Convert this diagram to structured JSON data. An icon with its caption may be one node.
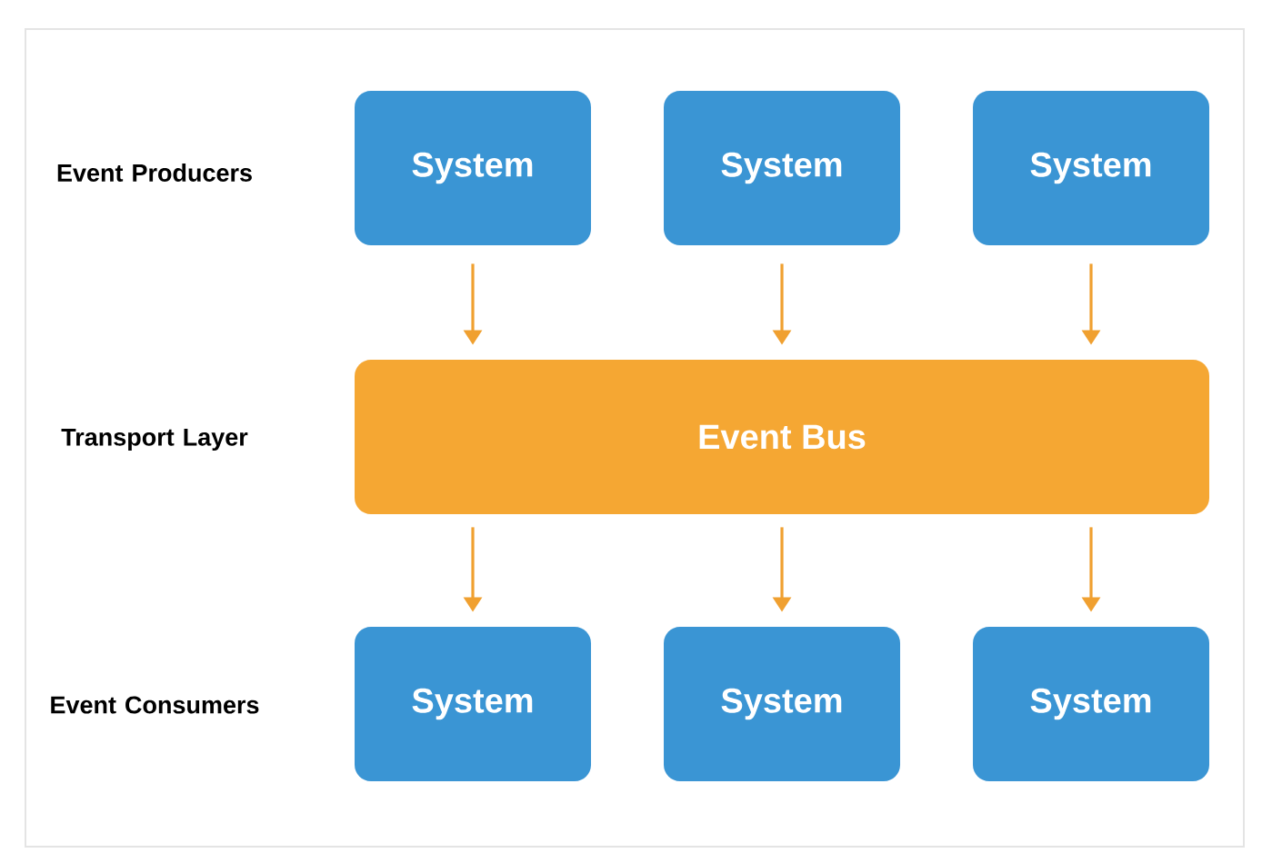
{
  "diagram": {
    "nodes": [
      {
        "text": [
          "System"
        ]
      },
      {
        "text": [
          "System"
        ]
      },
      {
        "text": [
          "System"
        ]
      },
      {
        "text": [
          "Event Bus"
        ]
      },
      {
        "text": [
          "System"
        ]
      },
      {
        "text": [
          "System"
        ]
      },
      {
        "text": [
          "System"
        ]
      }
    ],
    "edges": [
      {
        "from": 0,
        "to": 3,
        "arrow": "to"
      },
      {
        "from": 1,
        "to": 3,
        "arrow": "to"
      },
      {
        "from": 2,
        "to": 3,
        "arrow": "to"
      },
      {
        "from": 3,
        "to": 4,
        "arrow": "to"
      },
      {
        "from": 3,
        "to": 5,
        "arrow": "to"
      },
      {
        "from": 3,
        "to": 6,
        "arrow": "to"
      }
    ],
    "labels": [
      "Event Producers",
      "Transport Layer",
      "Event Consumers"
    ]
  }
}
